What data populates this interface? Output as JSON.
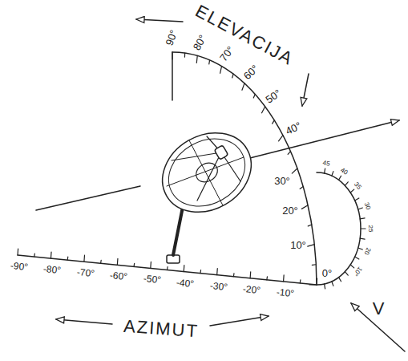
{
  "diagram": {
    "labels": [
      "ELEVACIJA",
      "90°",
      "80°",
      "70°",
      "60°",
      "50°",
      "40°",
      "30°",
      "20°",
      "10°",
      "0°",
      "45",
      "40",
      "35",
      "30",
      "25",
      "20",
      "10°",
      "-90°",
      "-80°",
      "-70°",
      "-60°",
      "-50°",
      "-40°",
      "-30°",
      "-20°",
      "-10°",
      "V",
      "AZIMUT"
    ]
  }
}
